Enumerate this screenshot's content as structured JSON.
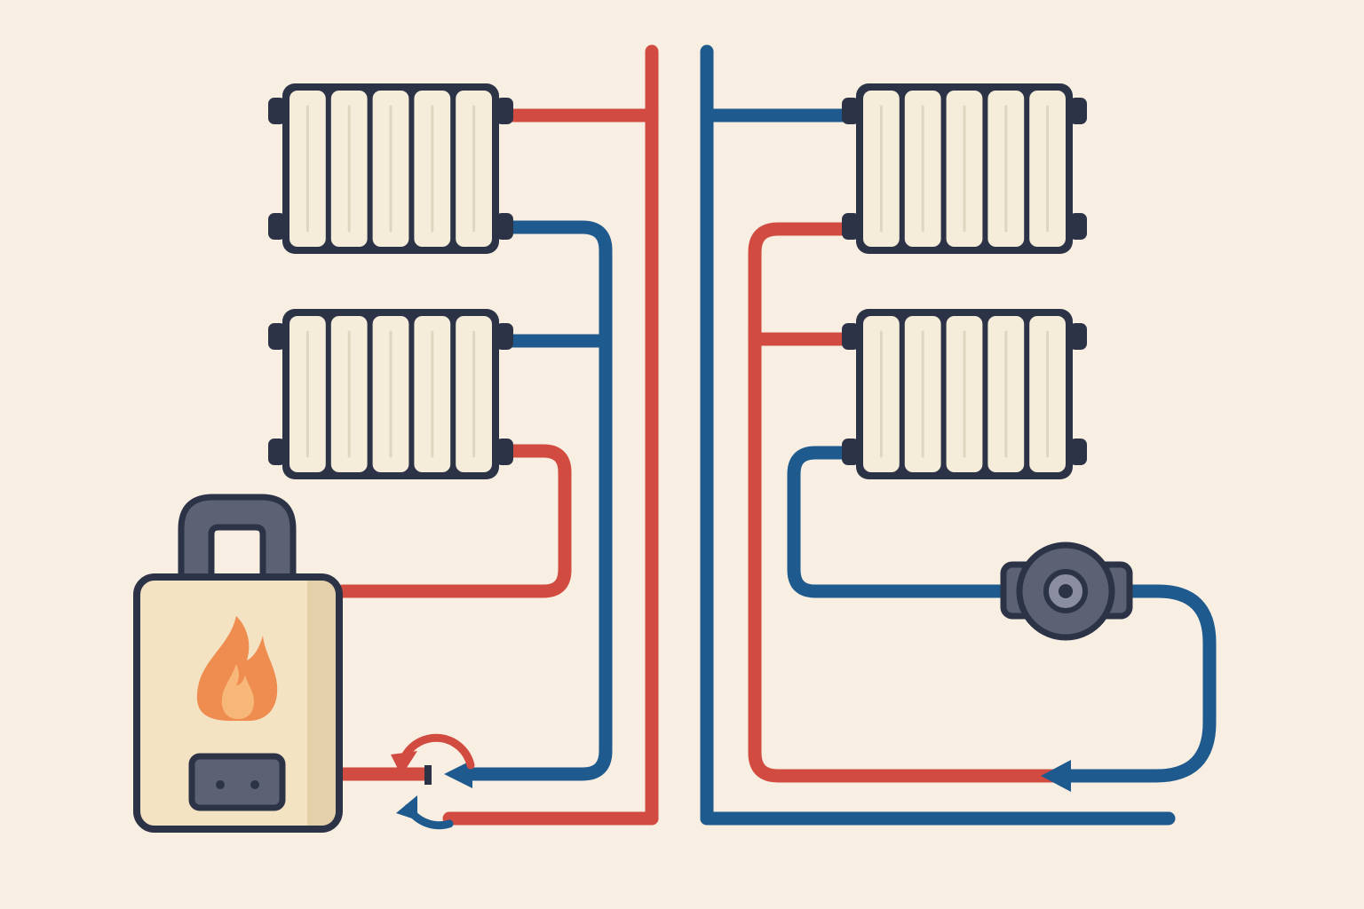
{
  "diagram": {
    "colors": {
      "background": "#f8efe2",
      "hot_pipe": "#d14b40",
      "cold_pipe": "#1f5a8e",
      "outline": "#2c3347",
      "radiator_fill": "#f5ecda",
      "radiator_shade": "#e0d5bf",
      "boiler_fill": "#f3e3c3",
      "boiler_shade": "#e4d0a9",
      "flame_outer": "#ef8c4f",
      "flame_inner": "#f7b778",
      "device_grey": "#5c6174"
    },
    "components": [
      {
        "id": "boiler",
        "icon": "boiler-icon"
      },
      {
        "id": "flame",
        "icon": "flame-icon"
      },
      {
        "id": "radiator-top-left",
        "icon": "radiator-icon"
      },
      {
        "id": "radiator-mid-left",
        "icon": "radiator-icon"
      },
      {
        "id": "radiator-top-right",
        "icon": "radiator-icon"
      },
      {
        "id": "radiator-mid-right",
        "icon": "radiator-icon"
      },
      {
        "id": "circulation-pump",
        "icon": "pump-icon"
      },
      {
        "id": "flow-direction",
        "icon": "circular-arrows-icon"
      }
    ]
  }
}
